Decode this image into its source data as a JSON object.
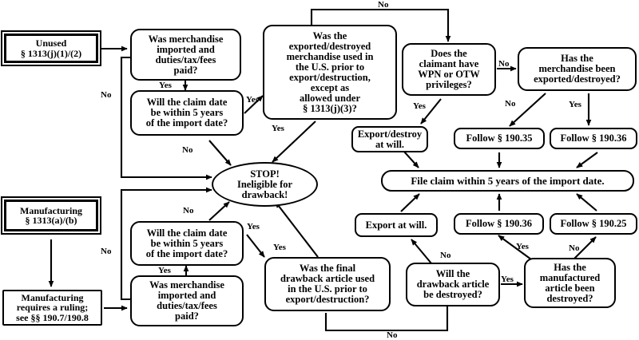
{
  "diagram": {
    "title": "Drawback eligibility flowchart",
    "nodes": [
      {
        "id": "unused",
        "text": "Unused\n§ 1313(j)(1)/(2)"
      },
      {
        "id": "q_imported_1",
        "text": "Was merchandise\nimported and\nduties/tax/fees\npaid?"
      },
      {
        "id": "q_claimdate_1",
        "text": "Will the claim date\nbe within 5 years\nof the import date?"
      },
      {
        "id": "q_used_us",
        "text": "Was the\nexported/destroyed\nmerchandise used in\nthe U.S. prior to\nexport/destruction,\nexcept as\nallowed under\n§ 1313(j)(3)?"
      },
      {
        "id": "stop",
        "text": "STOP!\nIneligible for\ndrawback!"
      },
      {
        "id": "q_wpn",
        "text": "Does the\nclaimant have\nWPN or OTW\nprivileges?"
      },
      {
        "id": "q_merch_exported",
        "text": "Has the\nmerchandise been\nexported/destroyed?"
      },
      {
        "id": "export_destroy",
        "text": "Export/destroy\nat will."
      },
      {
        "id": "follow_19035",
        "text": "Follow § 190.35"
      },
      {
        "id": "follow_19036_top",
        "text": "Follow § 190.36"
      },
      {
        "id": "file_claim",
        "text": "File claim within 5 years of the import date."
      },
      {
        "id": "export_at_will",
        "text": "Export at will."
      },
      {
        "id": "follow_19036_bot",
        "text": "Follow § 190.36"
      },
      {
        "id": "follow_19025",
        "text": "Follow § 190.25"
      },
      {
        "id": "manufacturing",
        "text": "Manufacturing\n§ 1313(a)/(b)"
      },
      {
        "id": "mfg_ruling",
        "text": "Manufacturing\nrequires a ruling;\nsee §§ 190.7/190.8"
      },
      {
        "id": "q_claimdate_2",
        "text": "Will the claim date\nbe within 5 years\nof the import date?"
      },
      {
        "id": "q_imported_2",
        "text": "Was merchandise\nimported and\nduties/tax/fees\npaid?"
      },
      {
        "id": "q_final_article",
        "text": "Was the final\ndrawback article used\nin the U.S. prior to\nexport/destruction?"
      },
      {
        "id": "q_will_destroy",
        "text": "Will the\ndrawback article\nbe destroyed?"
      },
      {
        "id": "q_mfg_destroyed",
        "text": "Has the\nmanufactured\narticle been\ndestroyed?"
      }
    ],
    "edge_labels": [
      {
        "id": "lbl_no_1",
        "text": "No"
      },
      {
        "id": "lbl_yes_1",
        "text": "Yes"
      },
      {
        "id": "lbl_yes_2",
        "text": "Yes"
      },
      {
        "id": "lbl_no_2",
        "text": "No"
      },
      {
        "id": "lbl_yes_3",
        "text": "Yes"
      },
      {
        "id": "lbl_no_top",
        "text": "No"
      },
      {
        "id": "lbl_yes_wpn",
        "text": "Yes"
      },
      {
        "id": "lbl_no_wpn",
        "text": "No"
      },
      {
        "id": "lbl_no_merch",
        "text": "No"
      },
      {
        "id": "lbl_yes_merch",
        "text": "Yes"
      },
      {
        "id": "lbl_no_3",
        "text": "No"
      },
      {
        "id": "lbl_no_4",
        "text": "No"
      },
      {
        "id": "lbl_yes_4",
        "text": "Yes"
      },
      {
        "id": "lbl_yes_5",
        "text": "Yes"
      },
      {
        "id": "lbl_yes_6",
        "text": "Yes"
      },
      {
        "id": "lbl_no_5",
        "text": "No"
      },
      {
        "id": "lbl_no_6",
        "text": "No"
      },
      {
        "id": "lbl_yes_7",
        "text": "Yes"
      },
      {
        "id": "lbl_yes_8",
        "text": "Yes"
      },
      {
        "id": "lbl_no_7",
        "text": "No"
      }
    ],
    "colors": {
      "line": "#000000",
      "fill": "#ffffff",
      "text": "#000000"
    }
  }
}
